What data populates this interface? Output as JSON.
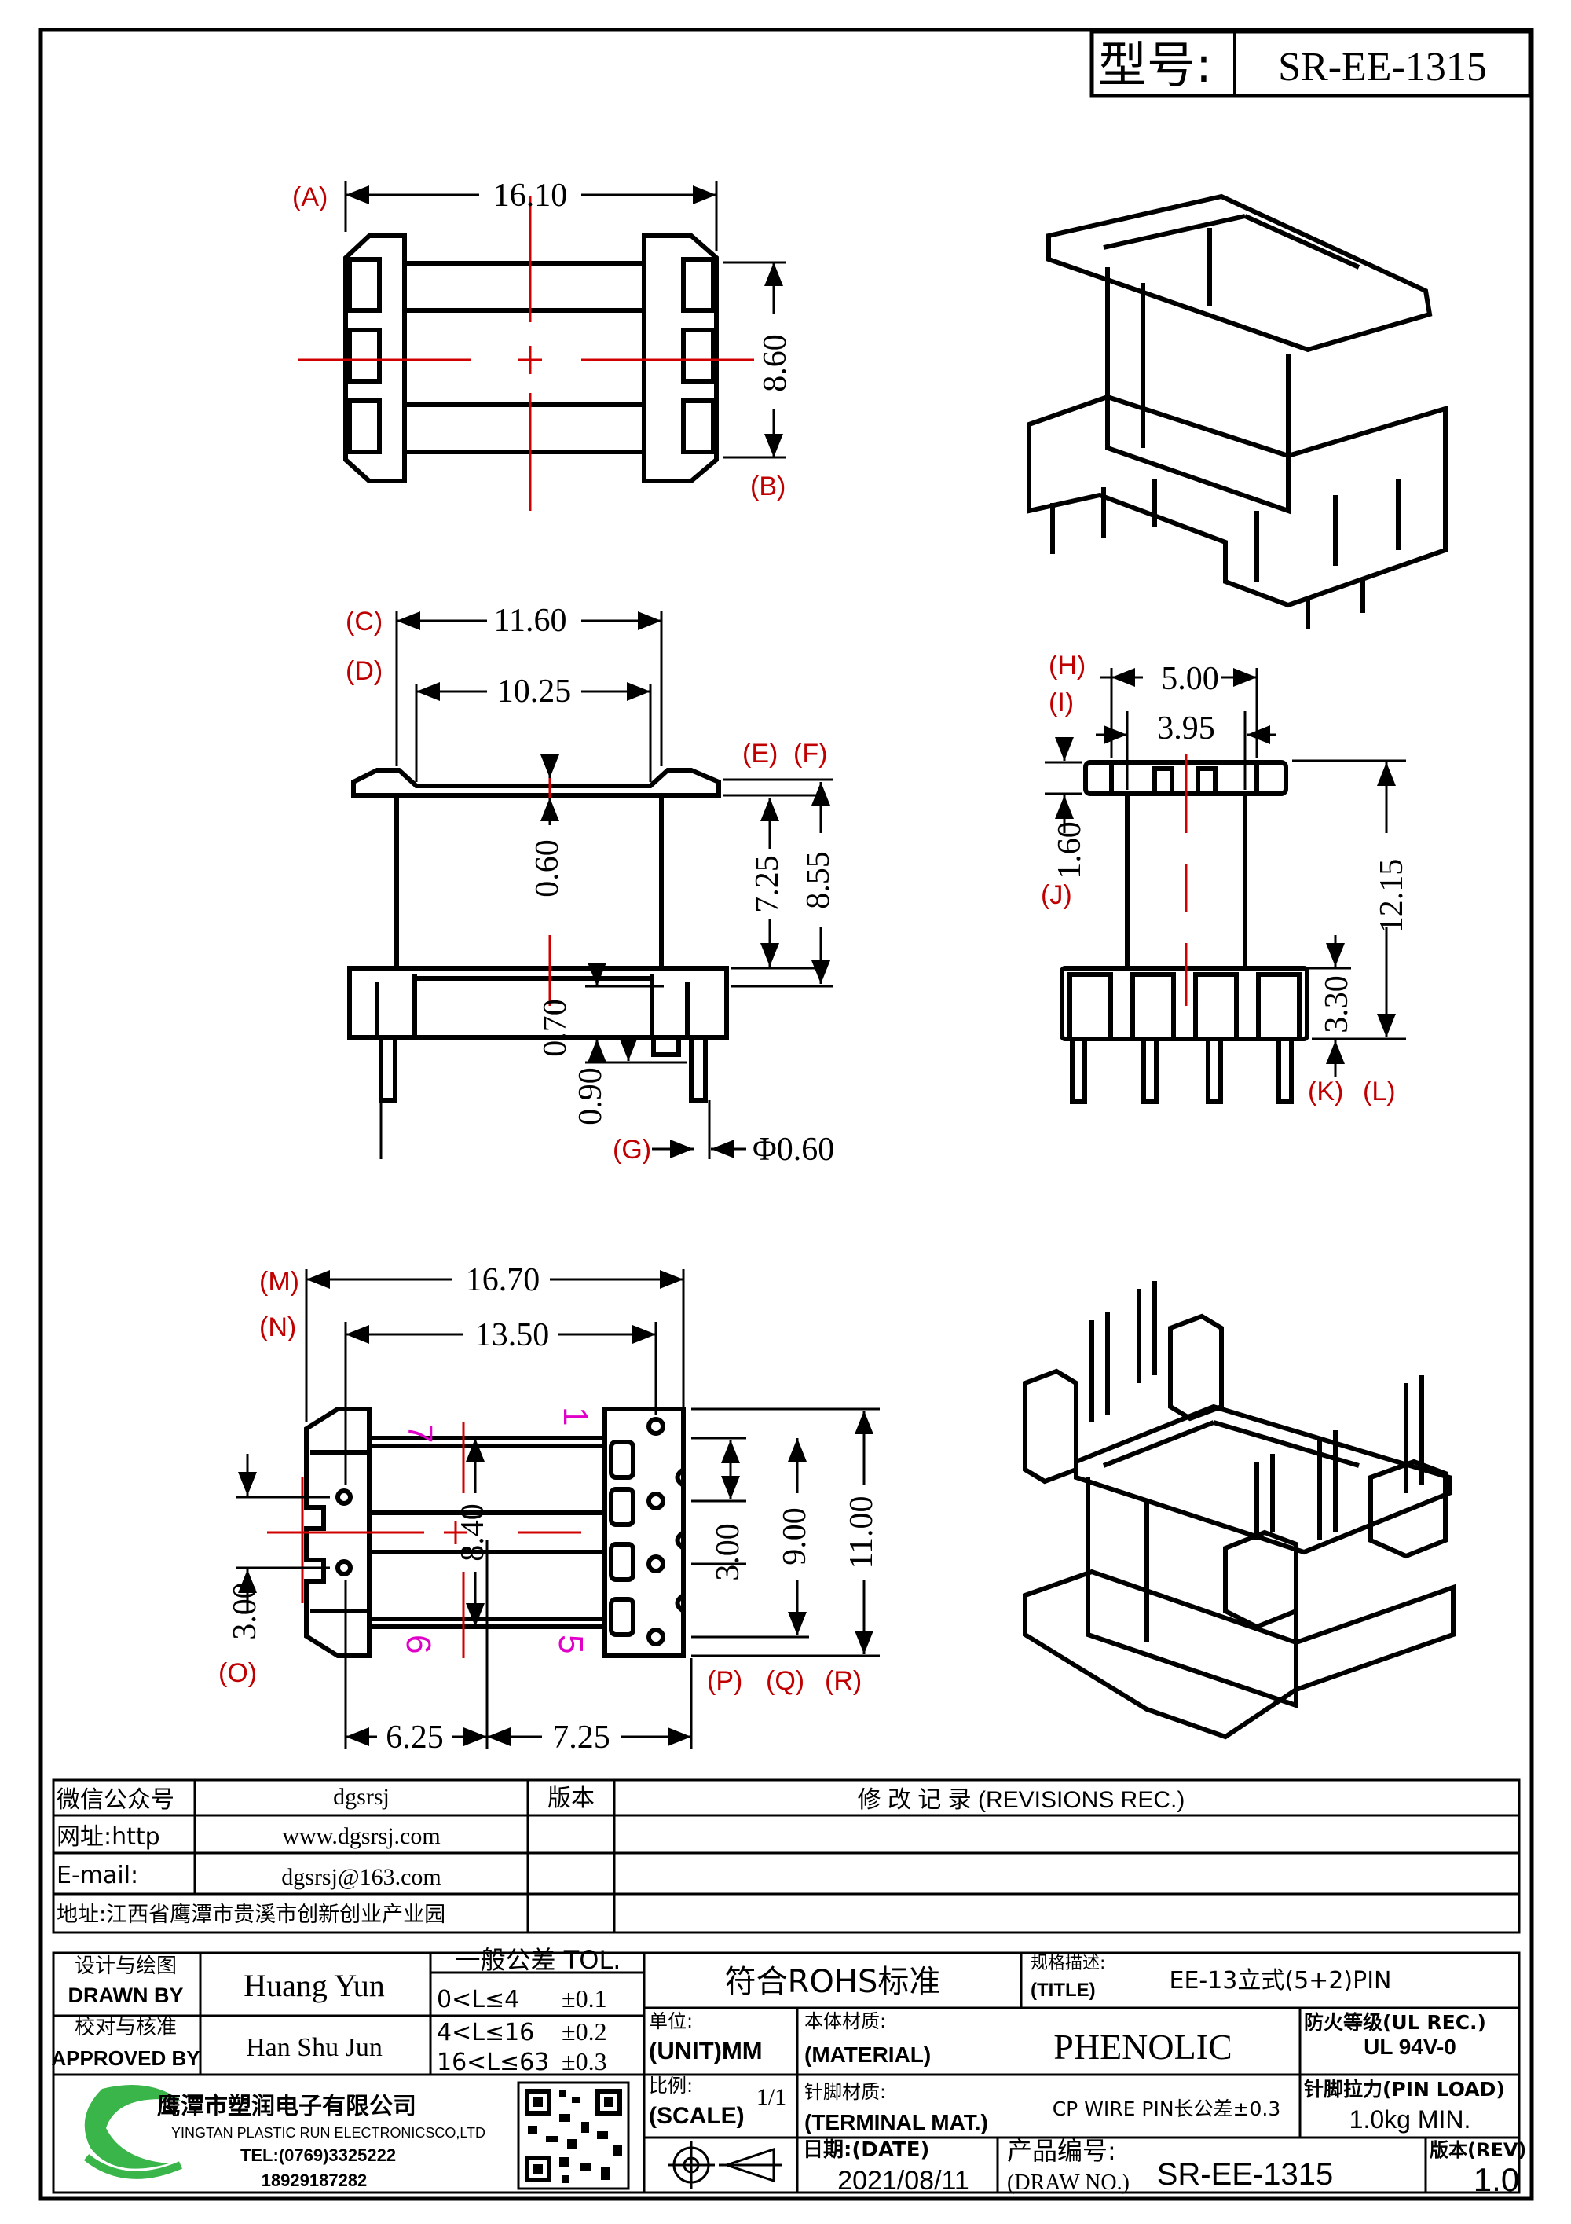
{
  "title_box": {
    "label": "型号:",
    "part_no": "SR-EE-1315"
  },
  "top_view": {
    "dims": [
      "16.10",
      "8.60"
    ],
    "labels": [
      "(A)",
      "(B)"
    ]
  },
  "front_view": {
    "dims": [
      "11.60",
      "10.25",
      "0.60",
      "7.25",
      "8.55",
      "0.70",
      "0.90",
      "Φ0.60"
    ],
    "labels": [
      "(C)",
      "(D)",
      "(E)",
      "(F)",
      "(G)"
    ]
  },
  "side_view": {
    "dims": [
      "5.00",
      "3.95",
      "1.60",
      "12.15",
      "3.30"
    ],
    "labels": [
      "(H)",
      "(I)",
      "(J)",
      "(K)",
      "(L)"
    ]
  },
  "bottom_view": {
    "dims": [
      "16.70",
      "13.50",
      "8.40",
      "3.00",
      "9.00",
      "11.00",
      "3.00",
      "6.25",
      "7.25"
    ],
    "labels": [
      "(M)",
      "(N)",
      "(O)",
      "(P)",
      "(Q)",
      "(R)"
    ],
    "pins": [
      "7",
      "1",
      "6",
      "5"
    ]
  },
  "info_table": {
    "rows": [
      {
        "key": "微信公众号",
        "value": "dgsrsj"
      },
      {
        "key": "网址:http",
        "value": "www.dgsrsj.com"
      },
      {
        "key": "E-mail:",
        "value": "dgsrsj@163.com"
      },
      {
        "key": "地址:江西省鹰潭市贵溪市创新创业产业园",
        "value": ""
      }
    ],
    "version_header": "版本",
    "revisions_header": "修 改 记 录 (REVISIONS REC.)"
  },
  "title_block": {
    "designer_cn": "设计与绘图",
    "designer_en": "DRAWN BY",
    "designer_name": "Huang Yun",
    "approver_cn": "校对与核准",
    "approver_en": "APPROVED BY",
    "approver_name": "Han Shu Jun",
    "tol_title": "一般公差 TOL.",
    "tol_rows": [
      {
        "range": "0<L≤4",
        "tol": "±0.1"
      },
      {
        "range": "4<L≤16",
        "tol": "±0.2"
      },
      {
        "range": "16<L≤63",
        "tol": "±0.3"
      }
    ],
    "rohs": "符合ROHS标准",
    "spec_cn": "规格描述:",
    "spec_en": "(TITLE)",
    "spec_value": "EE-13立式(5+2)PIN",
    "unit_cn": "单位:",
    "unit_en": "(UNIT)MM",
    "material_cn": "本体材质:",
    "material_en": "(MATERIAL)",
    "material_value": "PHENOLIC",
    "fire_cn": "防火等级(UL REC.)",
    "fire_value": "UL 94V-0",
    "scale_cn": "比例:",
    "scale_en": "(SCALE)",
    "scale_value": "1/1",
    "terminal_cn": "针脚材质:",
    "terminal_en": "(TERMINAL MAT.)",
    "terminal_value": "CP WIRE  PIN长公差±0.3",
    "pinload_cn": "针脚拉力(PIN LOAD)",
    "pinload_value": "1.0kg MIN.",
    "date_cn": "日期:(DATE)",
    "date_value": "2021/08/11",
    "drawno_cn": "产品编号:",
    "drawno_en": "(DRAW NO.)",
    "drawno_value": "SR-EE-1315",
    "rev_cn": "版本(REV)",
    "rev_value": "1.0"
  },
  "company": {
    "name_cn": "鹰潭市塑润电子有限公司",
    "name_en": "YINGTAN PLASTIC RUN ELECTRONICSCO,LTD",
    "tel": "TEL:(0769)3325222",
    "mobile": "18929187282"
  }
}
